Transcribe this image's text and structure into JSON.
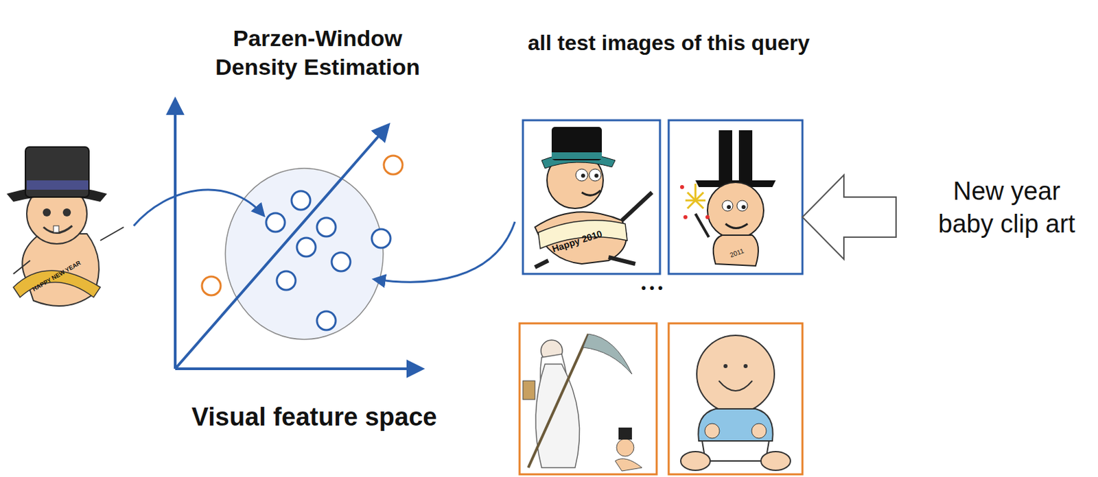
{
  "diagram": {
    "title": "Parzen-Window Density Estimation",
    "labels": [
      "all test images of this query",
      "Visual feature space",
      "New year baby clip art",
      "• • •",
      "Happy 2010",
      "2011",
      "HAPPY NEW YEAR"
    ]
  }
}
